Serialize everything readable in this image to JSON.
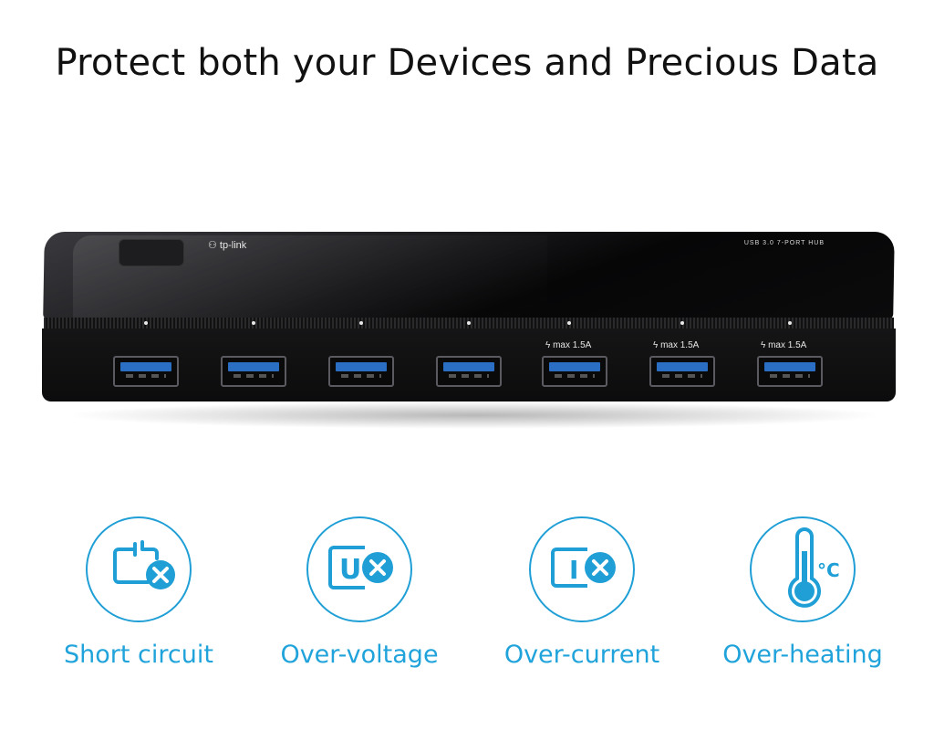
{
  "headline": "Protect both your Devices and Precious Data",
  "hub": {
    "brand": "tp-link",
    "model": "USB 3.0 7-PORT HUB",
    "port_label": "max 1.5A",
    "port_count": 7,
    "charging_ports": [
      5,
      6,
      7
    ]
  },
  "features": [
    {
      "label": "Short circuit",
      "icon": "short-circuit-icon"
    },
    {
      "label": "Over-voltage",
      "icon": "over-voltage-icon",
      "glyph": "U"
    },
    {
      "label": "Over-current",
      "icon": "over-current-icon",
      "glyph": "I"
    },
    {
      "label": "Over-heating",
      "icon": "thermometer-icon",
      "glyph": "°C"
    }
  ],
  "colors": {
    "accent": "#1f9fd6",
    "usb_blue": "#2b6fc4",
    "hub_body": "#0b0b0c"
  }
}
